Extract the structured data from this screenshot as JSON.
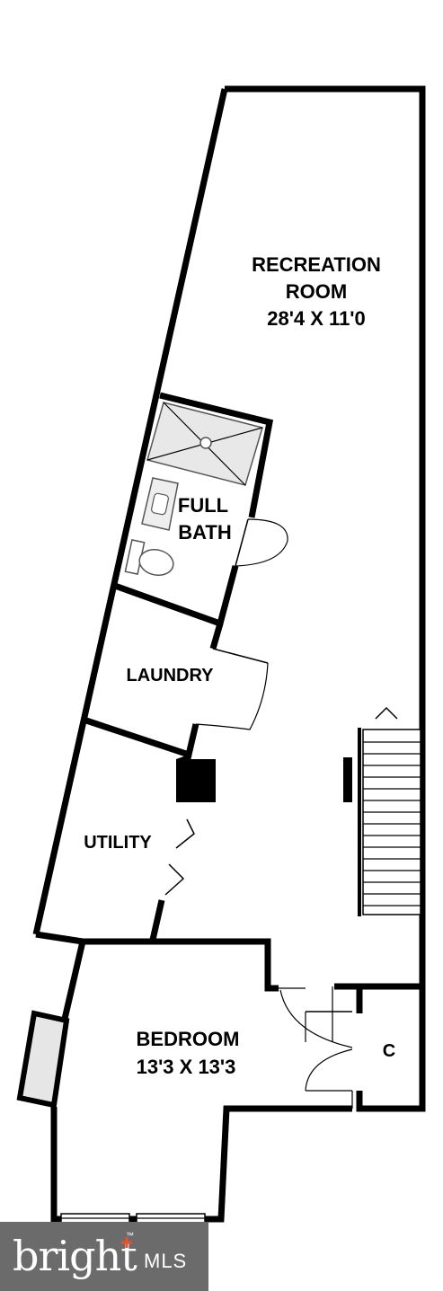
{
  "rooms": {
    "recreation": {
      "line1": "RECREATION",
      "line2": "ROOM",
      "dims": "28'4 X 11'0"
    },
    "bath": {
      "line1": "FULL",
      "line2": "BATH"
    },
    "laundry": {
      "label": "LAUNDRY"
    },
    "utility": {
      "label": "UTILITY"
    },
    "bedroom": {
      "line1": "BEDROOM",
      "dims": "13'3 X 13'3"
    },
    "closet": {
      "label": "C"
    }
  },
  "watermark": {
    "brand": "bright",
    "suffix": "MLS",
    "trademark": "™",
    "colors": {
      "background": "#6b6b6b",
      "accent": "#e8502e",
      "text": "#ffffff"
    }
  }
}
